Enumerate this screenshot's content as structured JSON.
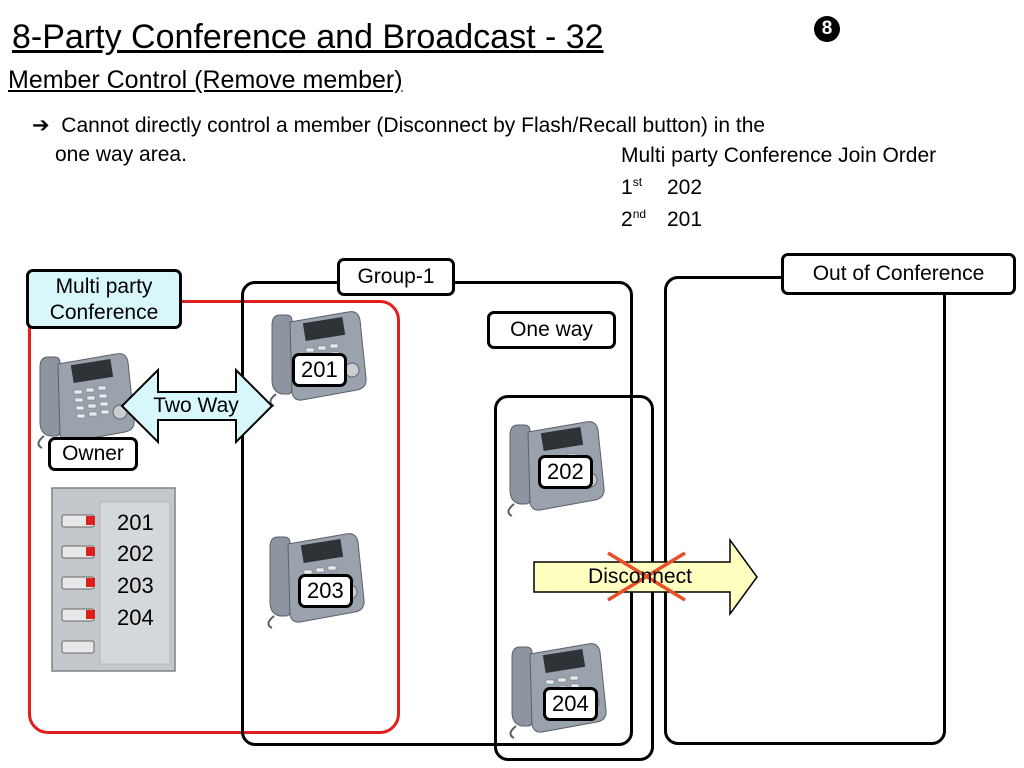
{
  "title": "8-Party Conference and Broadcast - 32",
  "badge": "8",
  "subtitle": "Member Control (Remove member)",
  "bullet": {
    "arrow": "➔",
    "line1": "Cannot directly control a member (Disconnect by Flash/Recall button) in the",
    "line2": "one way area."
  },
  "join_order": {
    "heading": "Multi party Conference Join Order",
    "rows": [
      {
        "ordinal": "1",
        "suffix": "st",
        "ext": "202"
      },
      {
        "ordinal": "2",
        "suffix": "nd",
        "ext": "201"
      }
    ]
  },
  "labels": {
    "multi_party_line1": "Multi party",
    "multi_party_line2": "Conference",
    "group": "Group-1",
    "one_way": "One way",
    "out_of_conference": "Out of Conference",
    "owner": "Owner",
    "two_way": "Two Way",
    "disconnect": "Disconnect"
  },
  "phones": {
    "p201": "201",
    "p202": "202",
    "p203": "203",
    "p204": "204"
  },
  "dss_keys": [
    "201",
    "202",
    "203",
    "204"
  ],
  "colors": {
    "conference_border": "#e01e1e",
    "multi_party_fill": "#d8f7fb",
    "two_way_fill": "#d8f7fb",
    "disconnect_fill": "#ffffc0",
    "cross": "#e8502a"
  }
}
